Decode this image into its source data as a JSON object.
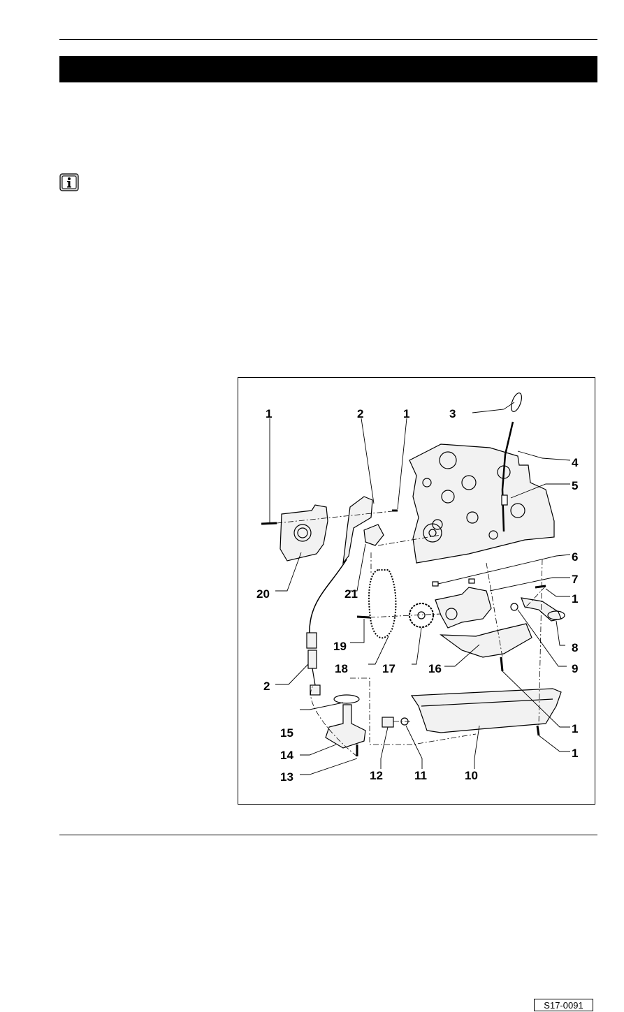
{
  "page": {
    "title_bar": "",
    "info_icon": "info-icon"
  },
  "figure": {
    "id": "S17-0091",
    "callouts": [
      "1",
      "2",
      "1",
      "3",
      "4",
      "5",
      "6",
      "7",
      "1",
      "8",
      "9",
      "16",
      "17",
      "18",
      "19",
      "20",
      "21",
      "2",
      "15",
      "14",
      "13",
      "12",
      "11",
      "10",
      "1",
      "1"
    ]
  }
}
